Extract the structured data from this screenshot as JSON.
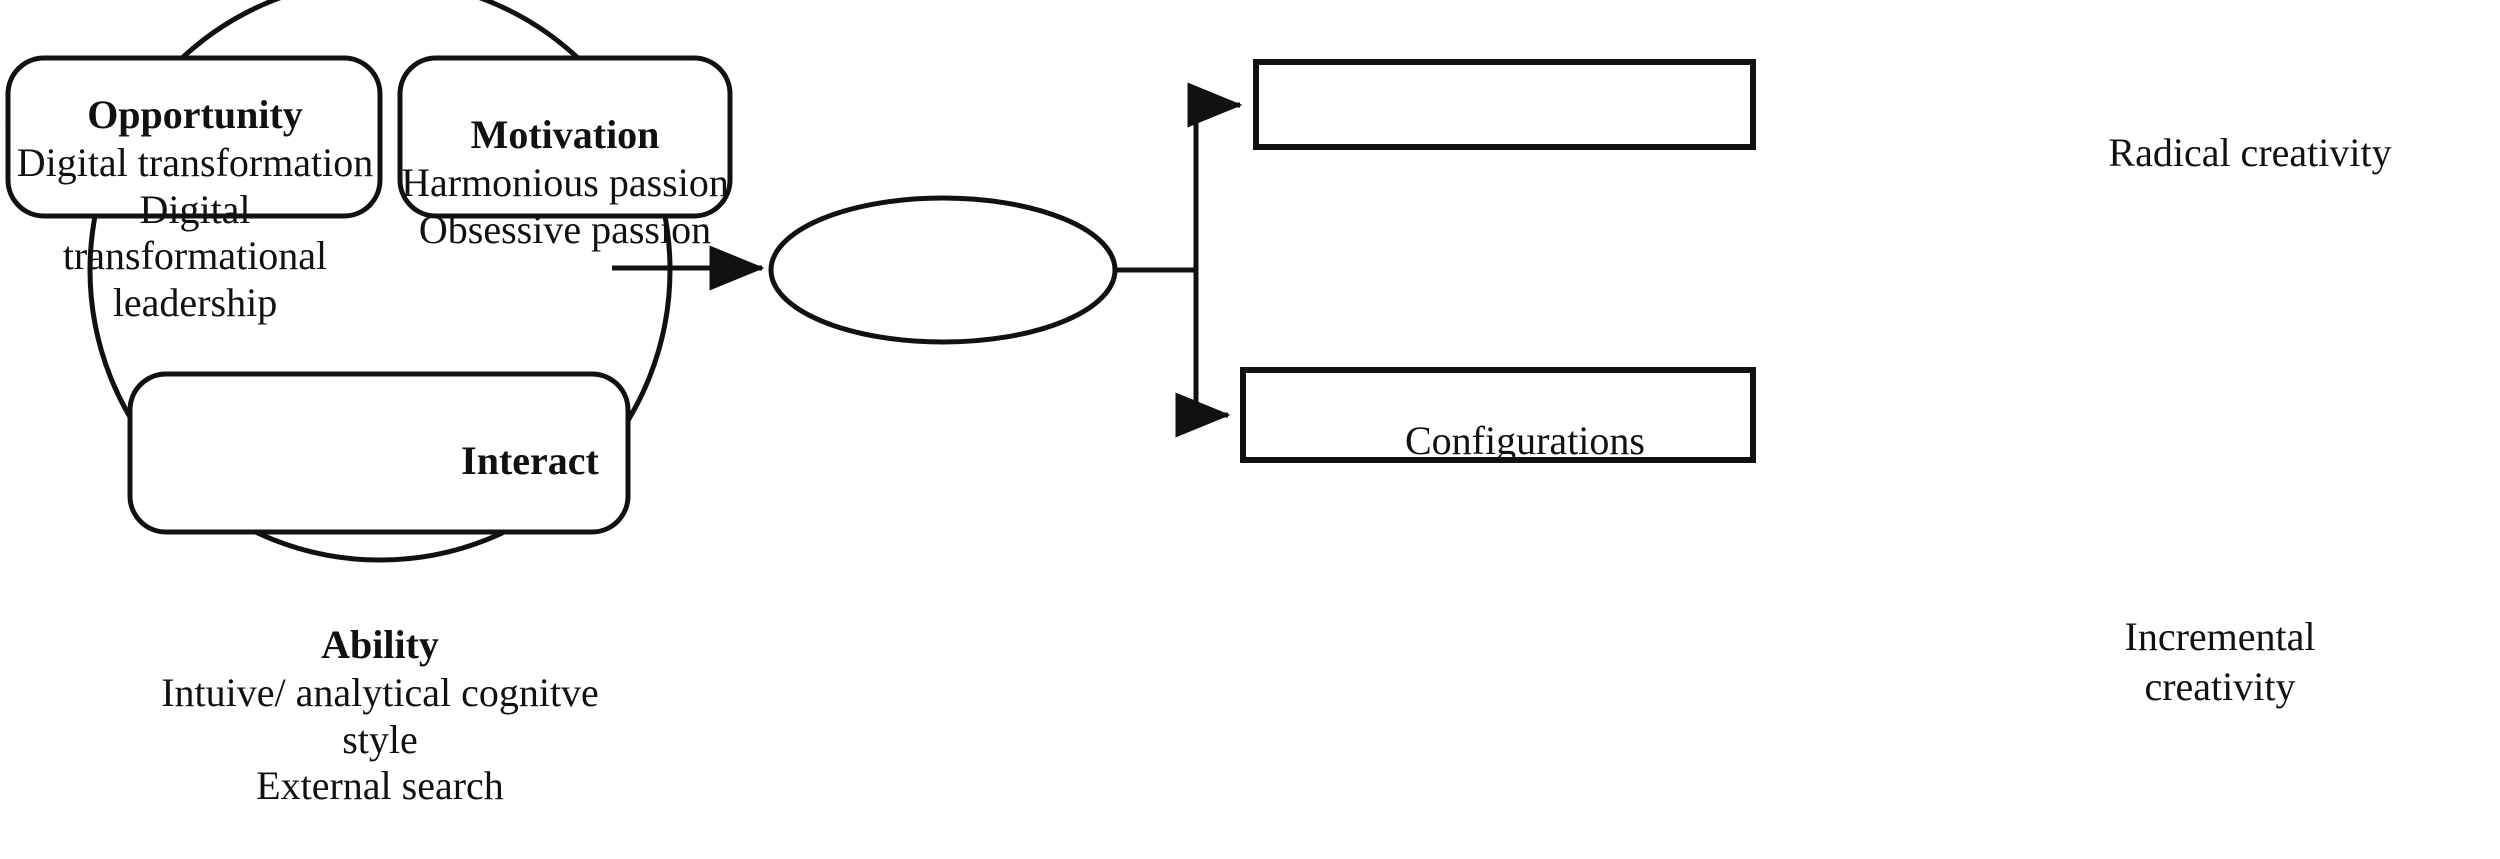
{
  "diagram": {
    "type": "conceptual-framework-flow",
    "background_color": "#ffffff",
    "stroke_color": "#111111",
    "nodes": {
      "opportunity": {
        "title": "Opportunity",
        "lines": [
          "Digital transformation",
          "Digital transformational",
          "leadership"
        ],
        "shape": "rounded-rectangle"
      },
      "motivation": {
        "title": "Motivation",
        "lines": [
          "Harmonious passion",
          "Obsessive passion"
        ],
        "shape": "rounded-rectangle"
      },
      "ability": {
        "title": "Ability",
        "lines": [
          "Intuive/ analytical cognitve style",
          "External search"
        ],
        "shape": "rounded-rectangle"
      },
      "interact": {
        "label": "Interact",
        "shape": "circle-overlay-label"
      },
      "configurations": {
        "label": "Configurations",
        "shape": "ellipse"
      },
      "radical_creativity": {
        "label": "Radical creativity",
        "shape": "rectangle"
      },
      "incremental_creativity": {
        "lines": [
          "Incremental",
          "creativity"
        ],
        "shape": "rectangle"
      }
    },
    "connectors": [
      {
        "name": "interact-to-configurations",
        "from": "interact-circle",
        "to": "configurations",
        "arrow": true
      },
      {
        "name": "configurations-to-radical",
        "from": "configurations",
        "to": "radical_creativity",
        "arrow": true
      },
      {
        "name": "configurations-to-incremental",
        "from": "configurations",
        "to": "incremental_creativity",
        "arrow": true
      }
    ]
  }
}
